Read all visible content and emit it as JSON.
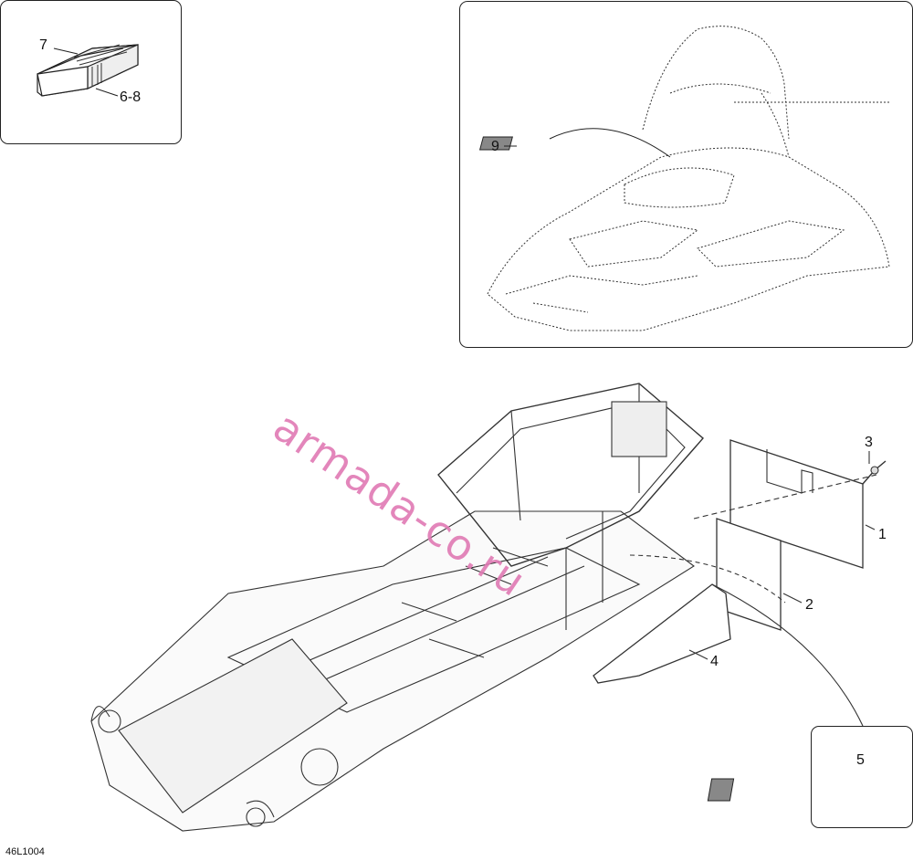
{
  "callouts": {
    "c1": "1",
    "c2": "2",
    "c3": "3",
    "c4": "4",
    "c5": "5",
    "c6_8": "6-8",
    "c7": "7",
    "c9": "9"
  },
  "watermark": "armada-co.ru",
  "drawing_code": "46L1004",
  "colors": {
    "line": "#222222",
    "watermark": "#e07ab4",
    "background": "#ffffff"
  }
}
